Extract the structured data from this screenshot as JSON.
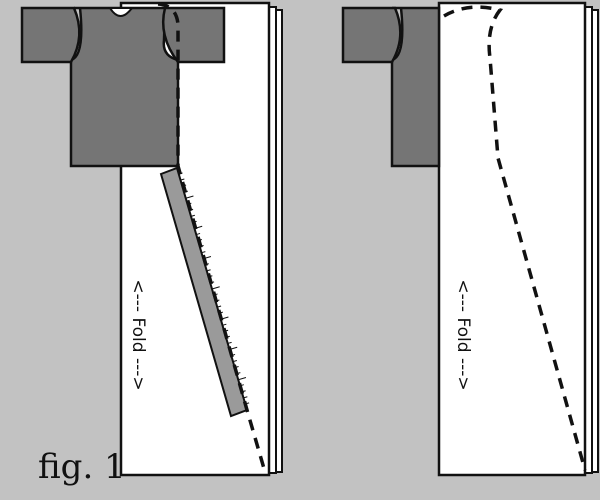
{
  "caption": "fig. 1",
  "panels": [
    {
      "fold_label": "<--- Fold --->"
    },
    {
      "fold_label": "<--- Fold --->"
    }
  ],
  "colors": {
    "background": "#c2c2c2",
    "paper": "#ffffff",
    "shirt": "#757575",
    "ruler": "#9a9a9a",
    "outline": "#111111"
  },
  "icons": {
    "ruler": "ruler-icon",
    "shirt": "t-shirt-icon"
  }
}
